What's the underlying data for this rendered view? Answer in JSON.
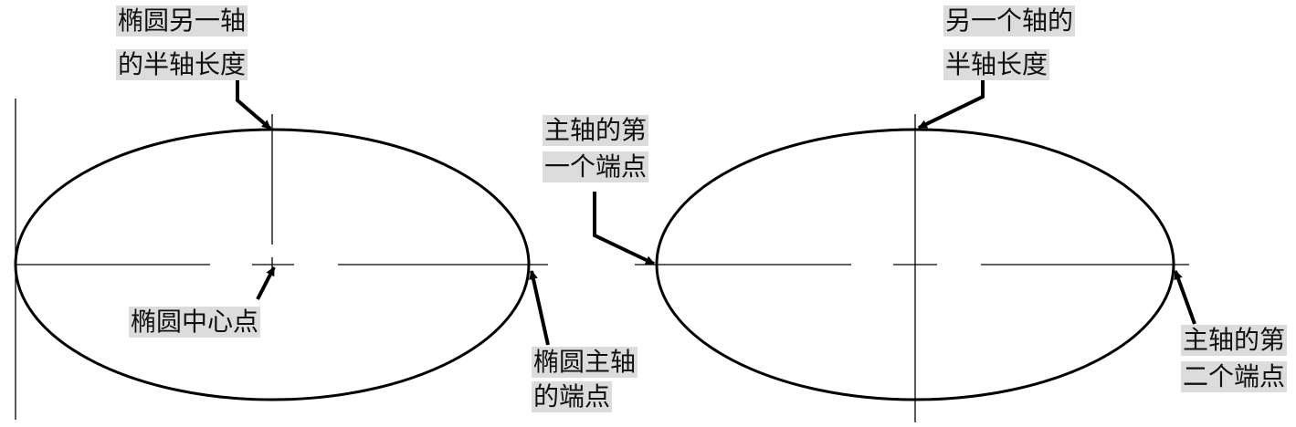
{
  "left_figure": {
    "label_semi_axis": [
      "椭圆另一轴",
      "的半轴长度"
    ],
    "label_center": [
      "椭圆中心点"
    ],
    "label_axis_endpoint": [
      "椭圆主轴",
      "的端点"
    ]
  },
  "right_figure": {
    "label_other_semi_axis": [
      "另一个轴的",
      "半轴长度"
    ],
    "label_first_endpoint": [
      "主轴的第",
      "一个端点"
    ],
    "label_second_endpoint": [
      "主轴的第",
      "二个端点"
    ]
  },
  "colors": {
    "stroke": "#000000",
    "label_bg": "#dcdcdc",
    "text": "#111111"
  }
}
